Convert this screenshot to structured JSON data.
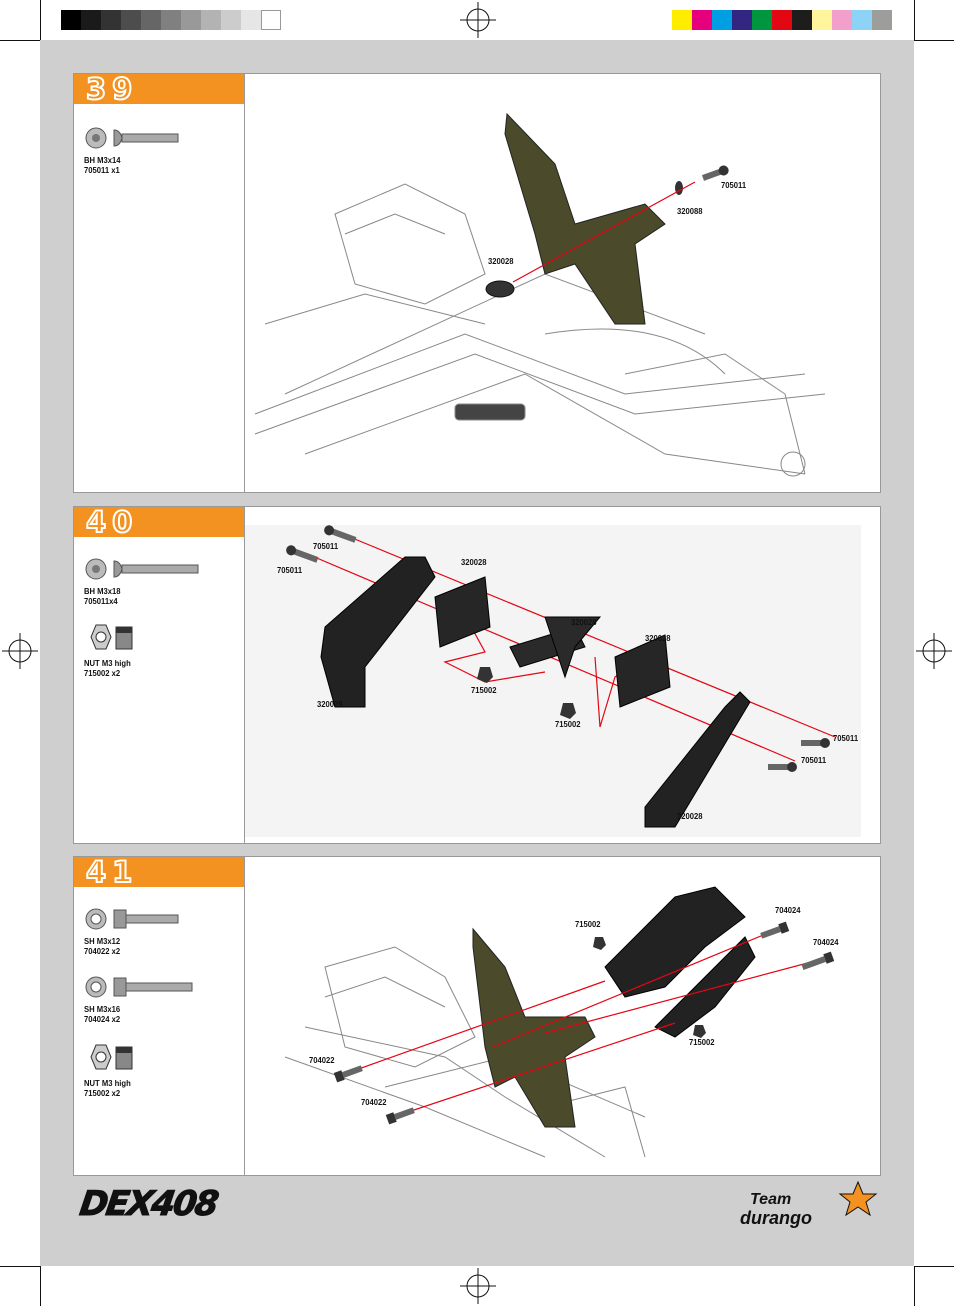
{
  "color_bar_left": [
    "#000000",
    "#1a1a1a",
    "#333333",
    "#4d4d4d",
    "#666666",
    "#808080",
    "#999999",
    "#b3b3b3",
    "#cccccc",
    "#e6e6e6",
    "#ffffff"
  ],
  "color_bar_right": [
    "#ffed00",
    "#e6007e",
    "#009fe3",
    "#312783",
    "#009640",
    "#e30613",
    "#1d1d1b",
    "#fff59d",
    "#f39fcb",
    "#8dd3f6",
    "#9d9d9c"
  ],
  "accent_color": "#f39221",
  "steps": [
    {
      "number": "39",
      "parts": [
        {
          "icon": "button-head-screw-icon",
          "name": "BH M3x14",
          "code": "705011  x1"
        }
      ],
      "callouts": [
        "705011",
        "320088",
        "320028"
      ]
    },
    {
      "number": "40",
      "parts": [
        {
          "icon": "button-head-screw-icon",
          "name": "BH M3x18",
          "code": "705011x4"
        },
        {
          "icon": "lock-nut-icon",
          "name": "NUT M3 high",
          "code": "715002  x2"
        }
      ],
      "callouts": [
        "705011",
        "705011",
        "320028",
        "320028",
        "320028",
        "715002",
        "715002",
        "320028",
        "705011",
        "705011",
        "320028"
      ]
    },
    {
      "number": "41",
      "parts": [
        {
          "icon": "socket-head-screw-icon",
          "name": "SH M3x12",
          "code": "704022  x2"
        },
        {
          "icon": "socket-head-screw-icon",
          "name": "SH M3x16",
          "code": "704024  x2"
        },
        {
          "icon": "lock-nut-icon",
          "name": "NUT M3 high",
          "code": "715002  x2"
        }
      ],
      "callouts": [
        "715002",
        "704024",
        "704024",
        "715002",
        "704022",
        "704022"
      ]
    }
  ],
  "brand": {
    "model_logo": "DEX408",
    "team_logo_line1": "Team",
    "team_logo_line2": "durango"
  }
}
